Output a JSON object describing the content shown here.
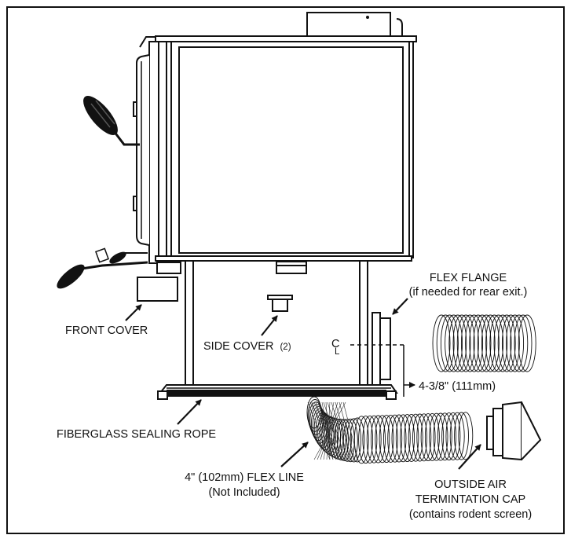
{
  "labels": {
    "flex_flange_line1": "FLEX FLANGE",
    "flex_flange_line2": "(if needed for rear exit.)",
    "front_cover": "FRONT COVER",
    "side_cover": "SIDE COVER",
    "side_cover_qty": "(2)",
    "centerline_c": "C",
    "centerline_l": "L",
    "dimension": "4-3/8\" (111mm)",
    "sealing_rope": "FIBERGLASS SEALING ROPE",
    "flex_line_line1": "4\" (102mm) FLEX LINE",
    "flex_line_line2": "(Not Included)",
    "cap_line1": "OUTSIDE AIR",
    "cap_line2": "TERMINTATION CAP",
    "cap_line3": "(contains rodent screen)"
  }
}
